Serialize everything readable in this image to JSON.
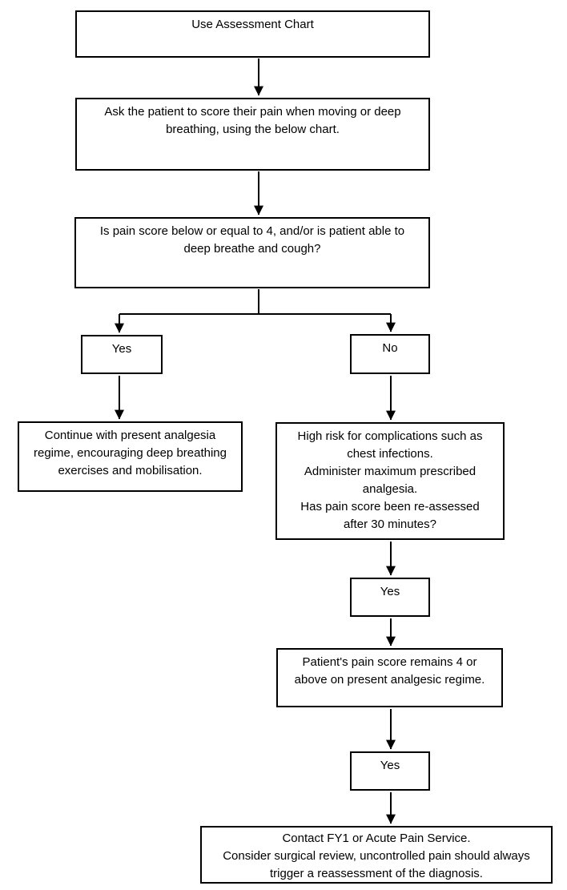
{
  "diagram": {
    "type": "flowchart",
    "colors": {
      "box_border": "#000000",
      "box_fill": "#ffffff",
      "text": "#000000",
      "connector": "#000000"
    },
    "nodes": {
      "start": {
        "lines": [
          "Use Assessment Chart"
        ]
      },
      "ask": {
        "lines": [
          "Ask the patient to score their pain when moving or deep",
          "breathing, using the below chart."
        ]
      },
      "question": {
        "lines": [
          "Is pain score below or equal to 4, and/or is patient able to",
          "deep breathe and cough?"
        ]
      },
      "yes1": {
        "lines": [
          "Yes"
        ]
      },
      "no": {
        "lines": [
          "No"
        ]
      },
      "continue_regime": {
        "lines": [
          "Continue with present analgesia",
          "regime, encouraging deep breathing",
          "exercises and mobilisation."
        ]
      },
      "high_risk": {
        "lines": [
          "High risk for complications such as",
          "chest infections.",
          "Administer maximum prescribed",
          "analgesia.",
          "Has pain score been re-assessed",
          "after 30 minutes?"
        ]
      },
      "yes2": {
        "lines": [
          "Yes"
        ]
      },
      "pain_remains": {
        "lines": [
          "Patient's pain score remains 4 or",
          "above on present analgesic regime."
        ]
      },
      "yes3": {
        "lines": [
          "Yes"
        ]
      },
      "contact": {
        "lines": [
          "Contact FY1 or Acute Pain Service.",
          "Consider surgical review, uncontrolled pain should always",
          "trigger a reassessment of the diagnosis."
        ]
      }
    },
    "edges": [
      {
        "from": "start",
        "to": "ask"
      },
      {
        "from": "ask",
        "to": "question"
      },
      {
        "from": "question",
        "to": "yes1"
      },
      {
        "from": "question",
        "to": "no"
      },
      {
        "from": "yes1",
        "to": "continue_regime"
      },
      {
        "from": "no",
        "to": "high_risk"
      },
      {
        "from": "high_risk",
        "to": "yes2"
      },
      {
        "from": "yes2",
        "to": "pain_remains"
      },
      {
        "from": "pain_remains",
        "to": "yes3"
      },
      {
        "from": "yes3",
        "to": "contact"
      }
    ]
  }
}
